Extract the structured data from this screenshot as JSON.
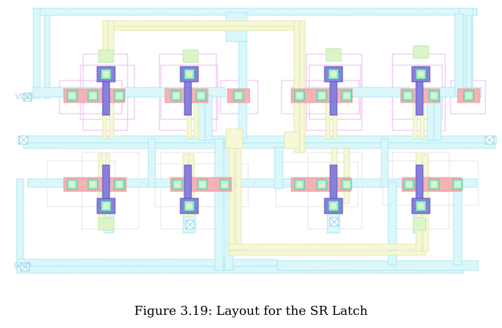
{
  "caption": "Figure 3.19: Layout for the SR Latch",
  "pins": {
    "vdd": "VDD",
    "gnd": "GND"
  },
  "colors": {
    "metal1": "#9fe9f2",
    "metal1_dark": "#7fd8e6",
    "metal2": "#e9ec9f",
    "diffusion": "#f2a9ad",
    "diffusion_light": "#f6c7ca",
    "poly": "#7b74d6",
    "contact": "#57c9a0",
    "contact_fill": "#9ff0d4",
    "well": "#e9a9ef",
    "select": "#d7d7d7",
    "caption": "#000000"
  },
  "layers": [
    "metal1",
    "metal2",
    "diffusion",
    "poly",
    "contact",
    "nwell",
    "select"
  ]
}
